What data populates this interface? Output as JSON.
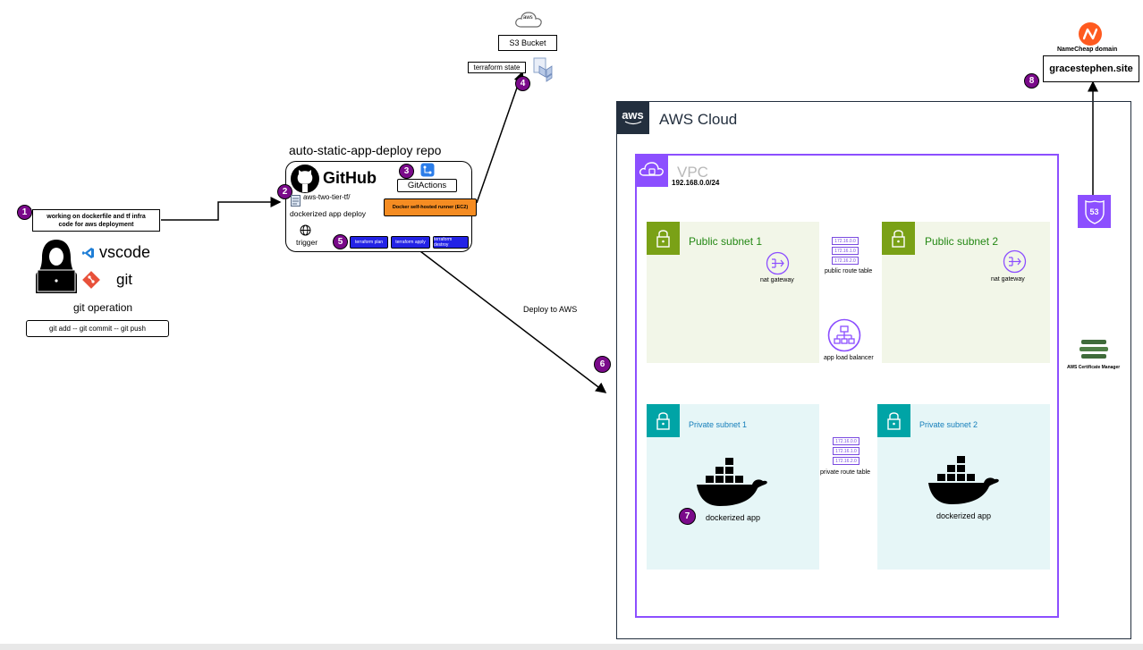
{
  "developer": {
    "step1_text": "working on dockerfile and tf infra code for aws deployment",
    "vscode_label": "vscode",
    "git_label": "git",
    "git_operation_label": "git operation",
    "git_commands": "git add -- git commit -- git push"
  },
  "repo": {
    "title": "auto-static-app-deploy repo",
    "github_label": "GitHub",
    "file_label": "aws-two-tier-tf/",
    "app_label": "dockerized app deploy",
    "trigger_label": "trigger",
    "gitactions_label": "GitActions",
    "runner_label": "Docker self-hosted runner (EC2)",
    "buttons": [
      "terraform plan",
      "terraform apply",
      "terraform destroy"
    ]
  },
  "s3": {
    "aws_icon_text": "aws",
    "bucket_label": "S3 Bucket",
    "state_label": "terraform state"
  },
  "deploy_label": "Deploy to AWS",
  "aws_cloud": {
    "logo_text": "aws",
    "title": "AWS Cloud",
    "vpc_label": "VPC",
    "vpc_cidr": "192.168.0.0/24",
    "public_subnet_1": "Public subnet 1",
    "public_subnet_2": "Public subnet 2",
    "private_subnet_1": "Private subnet 1",
    "private_subnet_2": "Private subnet 2",
    "nat_gateway_1": "nat gateway",
    "nat_gateway_2": "nat gateway",
    "public_route_table": "public route table",
    "private_route_table": "private route table",
    "route_entries": [
      "172.16.0.0",
      "172.16.1.0",
      "172.16.2.0"
    ],
    "alb_label": "app load balancer",
    "dockerized_app_1": "dockerized app",
    "dockerized_app_2": "dockerized app",
    "route53_label": "53",
    "acm_label": "AWS Certificate Manager"
  },
  "domain": {
    "provider_label": "NameCheap domain",
    "name": "gracestephen.site"
  },
  "steps": [
    "1",
    "2",
    "3",
    "4",
    "5",
    "6",
    "7",
    "8"
  ],
  "colors": {
    "step_badge": "#7a0a8a",
    "vpc_border": "#8c4fff",
    "public_subnet_bg": "#f2f6e8",
    "public_subnet_accent": "#7aa116",
    "private_subnet_bg": "#e6f6f7",
    "private_subnet_accent": "#00a4a6",
    "runner": "#f58c22",
    "buttons": "#2323e6"
  }
}
